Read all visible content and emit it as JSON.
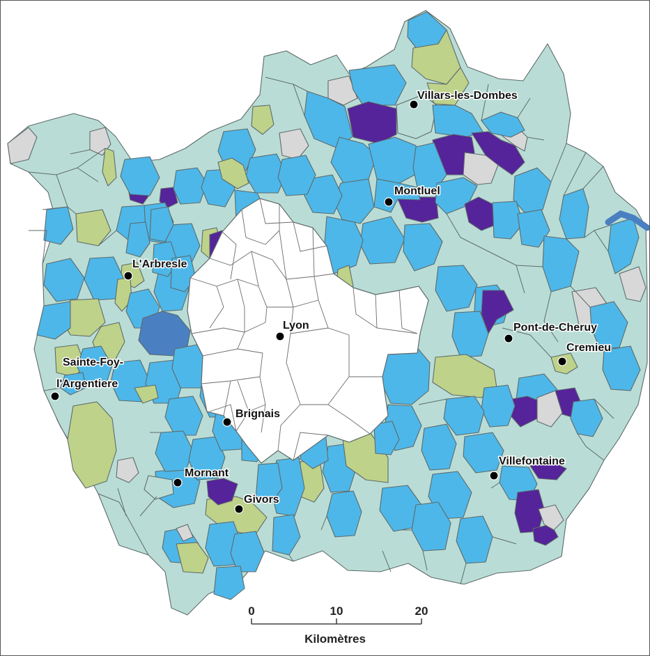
{
  "map": {
    "colors": {
      "pale_teal": "#b9ddd6",
      "light_blue": "#4db7e9",
      "mid_blue": "#4a7fc1",
      "purple": "#55239a",
      "yellow_green": "#bed28a",
      "grey": "#d8d8d8",
      "urban_white": "#ffffff",
      "border": "#5e6a6a"
    },
    "towns": [
      {
        "id": "villars-les-dombes",
        "label": "Villars-les-Dombes"
      },
      {
        "id": "montluel",
        "label": "Montluel"
      },
      {
        "id": "larbresle",
        "label": "L'Arbresle"
      },
      {
        "id": "lyon",
        "label": "Lyon"
      },
      {
        "id": "pont-de-cheruy",
        "label": "Pont-de-Cheruy"
      },
      {
        "id": "cremieu",
        "label": "Cremieu"
      },
      {
        "id": "sainte-foy-1",
        "label": "Sainte-Foy-"
      },
      {
        "id": "sainte-foy-2",
        "label": "l'Argentiere"
      },
      {
        "id": "brignais",
        "label": "Brignais"
      },
      {
        "id": "villefontaine",
        "label": "Villefontaine"
      },
      {
        "id": "mornant",
        "label": "Mornant"
      },
      {
        "id": "givors",
        "label": "Givors"
      }
    ],
    "scale": {
      "ticks": [
        "0",
        "10",
        "20"
      ],
      "unit": "Kilomètres"
    }
  }
}
